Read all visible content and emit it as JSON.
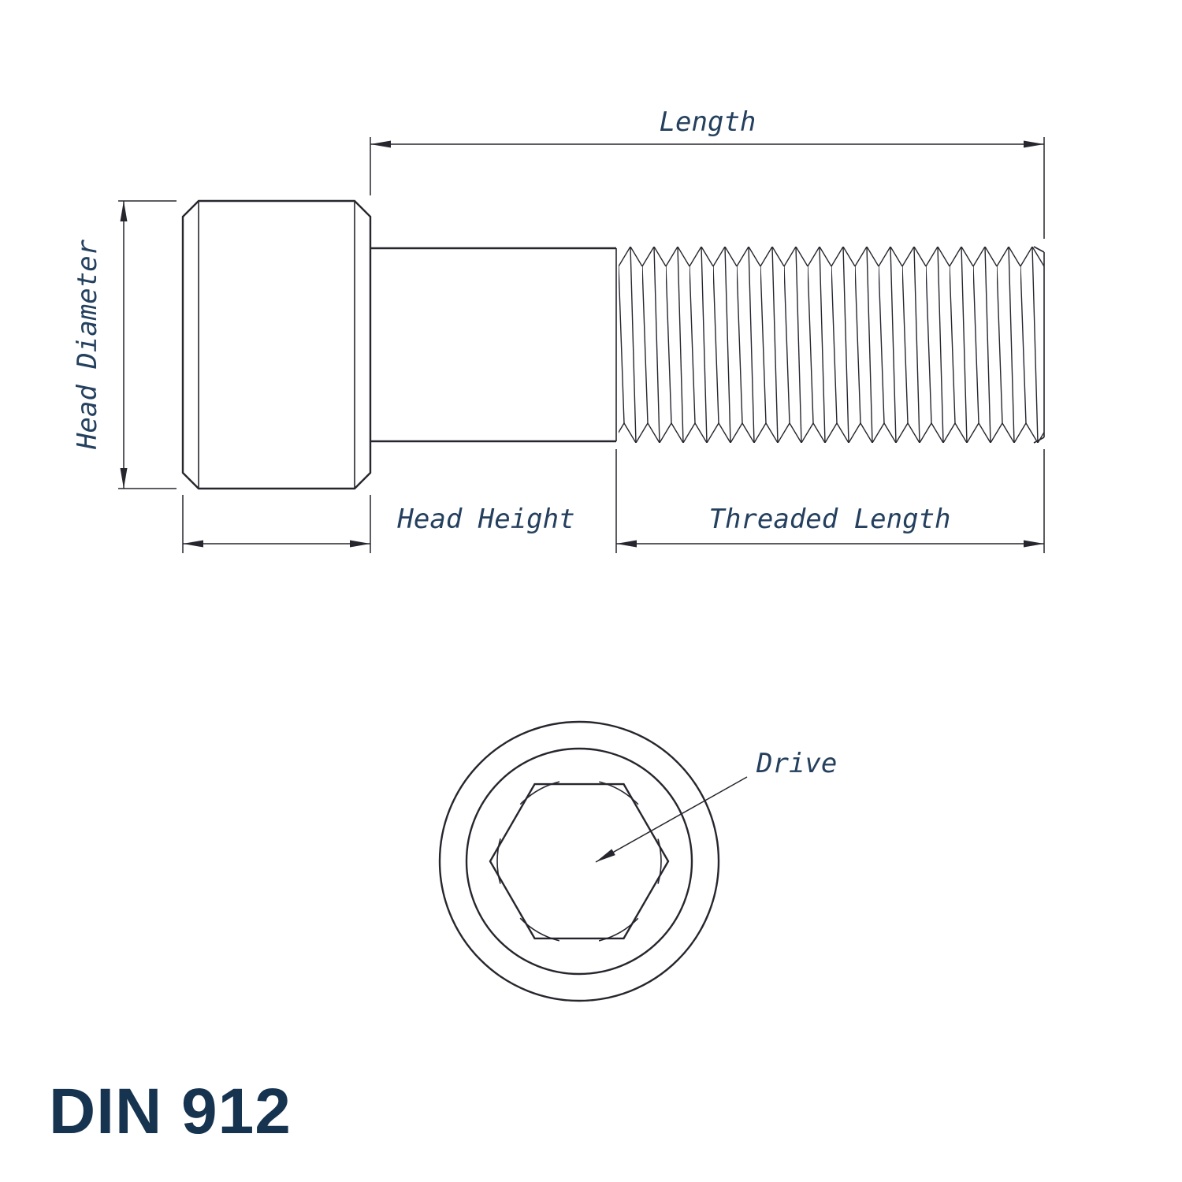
{
  "title": "DIN 912",
  "labels": {
    "length": "Length",
    "head_diameter": "Head Diameter",
    "head_height": "Head Height",
    "threaded_length": "Threaded Length",
    "drive": "Drive"
  },
  "colors": {
    "line": "#26262e",
    "dimension": "#26262e",
    "label_text": "#24405e",
    "title_text": "#16334f",
    "background": "#ffffff"
  }
}
